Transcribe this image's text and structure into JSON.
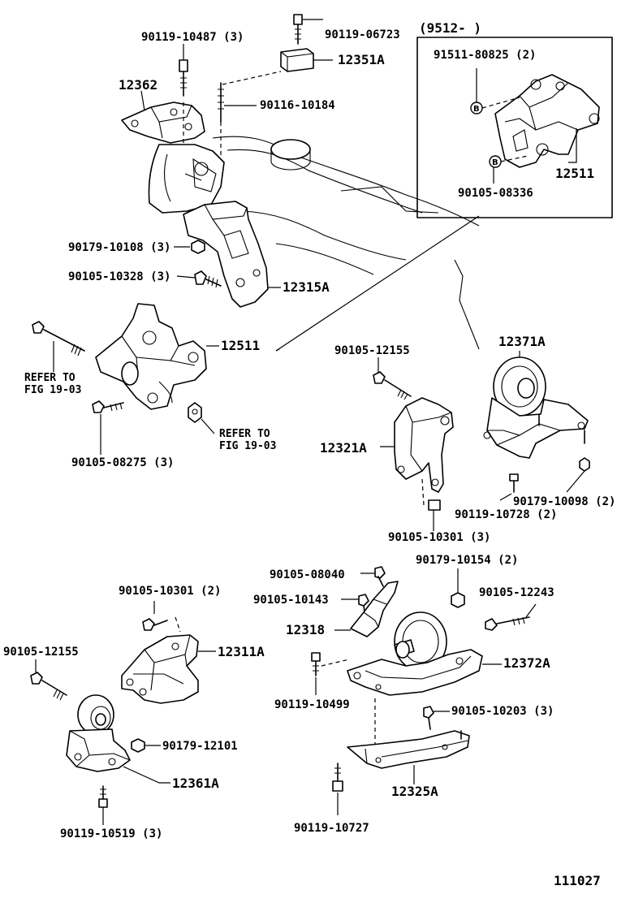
{
  "diagram": {
    "inset_heading": "(9512-       )",
    "figure_id": "111027",
    "markers": [
      "B",
      "B"
    ],
    "labels": {
      "p_90119_10487": "90119-10487 (3)",
      "p_90119_06723": "90119-06723",
      "p_12351A": "12351A",
      "p_12362": "12362",
      "p_90116_10184": "90116-10184",
      "p_91511_80825": "91511-80825 (2)",
      "p_12511_inset": "12511",
      "p_90105_08336": "90105-08336",
      "p_90179_10108": "90179-10108 (3)",
      "p_90105_10328": "90105-10328 (3)",
      "p_12315A": "12315A",
      "p_12511": "12511",
      "p_refer_1": "REFER TO\nFIG 19-03",
      "p_refer_2": "REFER TO\nFIG 19-03",
      "p_90105_08275": "90105-08275 (3)",
      "p_90105_12155_a": "90105-12155",
      "p_12371A": "12371A",
      "p_12321A": "12321A",
      "p_90179_10098": "90179-10098 (2)",
      "p_90119_10728": "90119-10728 (2)",
      "p_90105_10301_a": "90105-10301 (3)",
      "p_90179_10154": "90179-10154 (2)",
      "p_90105_08040": "90105-08040",
      "p_90105_10301_b": "90105-10301 (2)",
      "p_90105_10143": "90105-10143",
      "p_90105_12243": "90105-12243",
      "p_12318": "12318",
      "p_12372A": "12372A",
      "p_90105_12155_b": "90105-12155",
      "p_12311A": "12311A",
      "p_90119_10499": "90119-10499",
      "p_90105_10203": "90105-10203 (3)",
      "p_90179_12101": "90179-12101",
      "p_12361A": "12361A",
      "p_12325A": "12325A",
      "p_90119_10519": "90119-10519 (3)",
      "p_90119_10727": "90119-10727"
    }
  }
}
